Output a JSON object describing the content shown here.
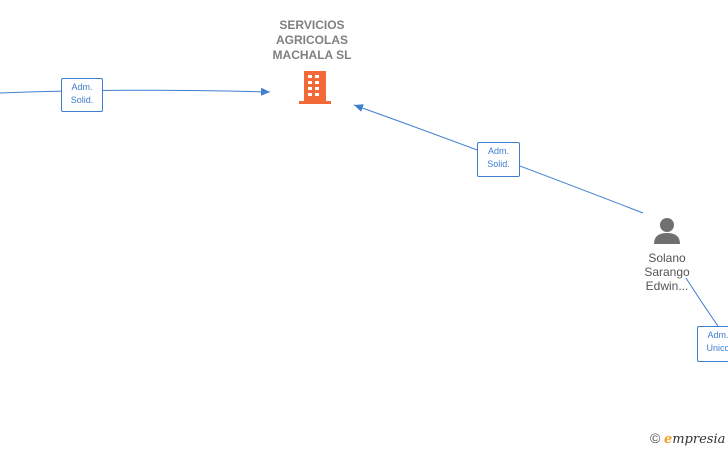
{
  "company": {
    "name": "SERVICIOS\nAGRICOLAS\nMACHALA  SL",
    "icon": "building-icon",
    "icon_color": "#f26a38"
  },
  "person": {
    "name": "Solano\nSarango\nEdwin...",
    "icon": "person-icon",
    "icon_color": "#707070"
  },
  "edges": [
    {
      "label": "Adm.\nSolid."
    },
    {
      "label": "Adm.\nSolid."
    },
    {
      "label": "Adm.\nUnico"
    }
  ],
  "colors": {
    "edge": "#3d7ecf",
    "company_text": "#808080"
  },
  "branding": {
    "copyright": "©",
    "logo_initial": "e",
    "logo_text": "mpresia"
  }
}
